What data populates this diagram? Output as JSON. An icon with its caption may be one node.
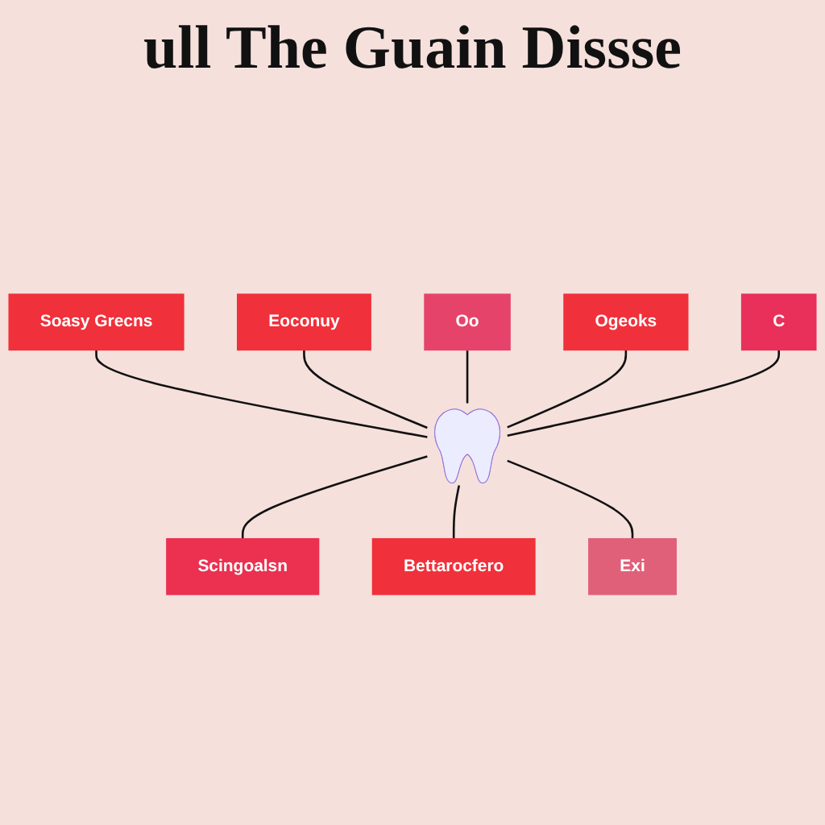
{
  "diagram": {
    "title": "ull The Guain Dissse",
    "nodes": [
      {
        "text": [
          "Soasy Grecns"
        ]
      },
      {
        "text": [
          "Eoconuy"
        ]
      },
      {
        "text": [
          "Oo"
        ]
      },
      {
        "text": [
          "Ogeoks"
        ]
      },
      {
        "text": [],
        "shape": "picture"
      },
      {
        "text": [
          "C"
        ]
      },
      {
        "text": [
          "Scingoalsn"
        ]
      },
      {
        "text": [
          "Bettarocfero"
        ]
      },
      {
        "text": [
          "Exi"
        ]
      }
    ],
    "edges": [
      {
        "from": 0,
        "to": 4,
        "arrow": "none"
      },
      {
        "from": 1,
        "to": 4,
        "arrow": "none"
      },
      {
        "from": 2,
        "to": 4,
        "arrow": "none"
      },
      {
        "from": 3,
        "to": 4,
        "arrow": "none"
      },
      {
        "from": 5,
        "to": 4,
        "arrow": "none"
      },
      {
        "from": 4,
        "to": 6,
        "arrow": "none"
      },
      {
        "from": 4,
        "to": 7,
        "arrow": "none"
      },
      {
        "from": 4,
        "to": 8,
        "arrow": "none"
      }
    ]
  }
}
